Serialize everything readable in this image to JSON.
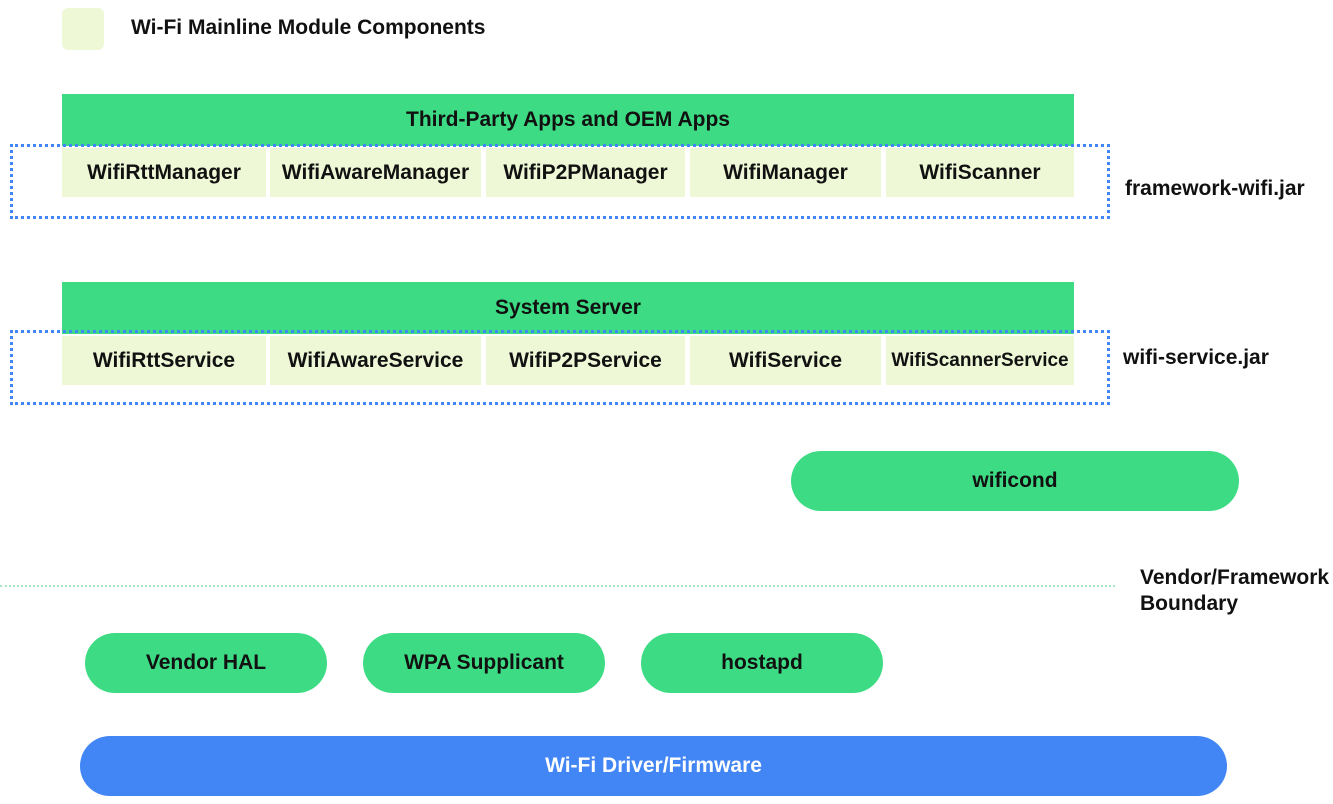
{
  "legend": {
    "label": "Wi-Fi Mainline Module Components"
  },
  "framework": {
    "title": "Third-Party Apps and OEM Apps",
    "cells": [
      "WifiRttManager",
      "WifiAwareManager",
      "WifiP2PManager",
      "WifiManager",
      "WifiScanner"
    ],
    "jar_label": "framework-wifi.jar"
  },
  "service": {
    "title": "System Server",
    "cells": [
      "WifiRttService",
      "WifiAwareService",
      "WifiP2PService",
      "WifiService",
      "WifiScannerService"
    ],
    "jar_label": "wifi-service.jar"
  },
  "wificond": {
    "label": "wificond"
  },
  "boundary": {
    "line1": "Vendor/Framework",
    "line2": "Boundary"
  },
  "vendor": {
    "items": [
      "Vendor HAL",
      "WPA Supplicant",
      "hostapd"
    ]
  },
  "driver": {
    "label": "Wi-Fi Driver/Firmware"
  },
  "colors": {
    "green": "#3ddc84",
    "light_green": "#eef7d6",
    "blue": "#4285f4"
  }
}
